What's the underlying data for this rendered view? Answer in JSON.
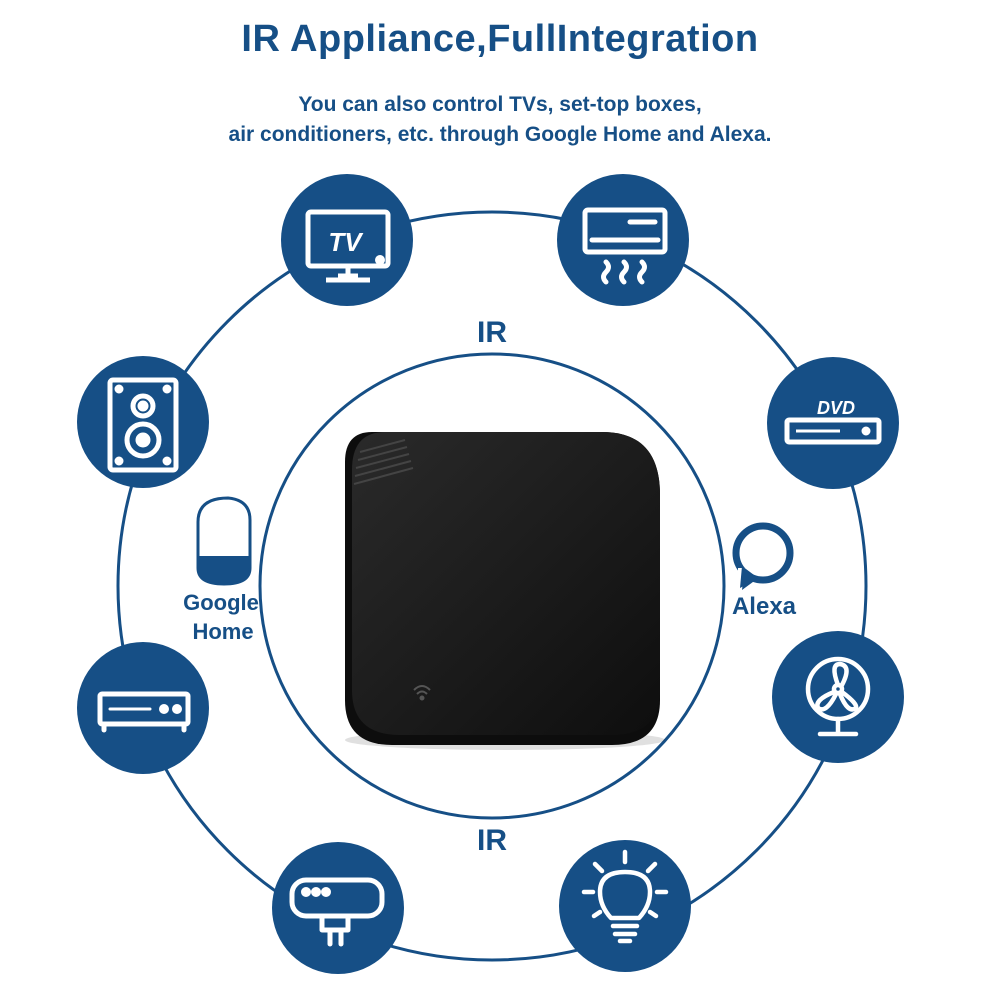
{
  "header": {
    "title": "IR Appliance,FullIntegration",
    "subtitle_line1": "You can also control TVs, set-top boxes,",
    "subtitle_line2": "air conditioners, etc. through Google Home and Alexa."
  },
  "diagram": {
    "ir_label_top": "IR",
    "ir_label_bottom": "IR",
    "google_home": {
      "line1": "Google",
      "line2": "Home",
      "icon": "google-home-speaker-icon"
    },
    "alexa": {
      "label": "Alexa",
      "icon": "alexa-ring-icon"
    },
    "tv_icon_text": "TV",
    "dvd_icon_text": "DVD",
    "appliances": [
      {
        "icon": "tv-icon"
      },
      {
        "icon": "air-conditioner-icon"
      },
      {
        "icon": "dvd-player-icon"
      },
      {
        "icon": "fan-icon"
      },
      {
        "icon": "light-bulb-icon"
      },
      {
        "icon": "water-heater-icon"
      },
      {
        "icon": "set-top-box-icon"
      },
      {
        "icon": "speaker-icon"
      }
    ]
  },
  "colors": {
    "brand_blue": "#164f86",
    "device_black": "#1b1b1b",
    "background": "#ffffff"
  }
}
